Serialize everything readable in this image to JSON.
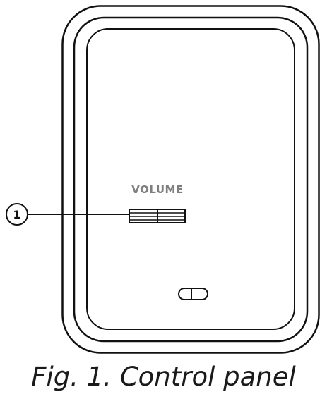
{
  "device": {
    "volume_label": "VOLUME"
  },
  "callouts": [
    {
      "number": "1",
      "target": "volume-slider"
    }
  ],
  "caption": "Fig. 1. Control panel",
  "colors": {
    "outline": "#111111",
    "label_gray": "#7f7f7f",
    "background": "#ffffff"
  }
}
